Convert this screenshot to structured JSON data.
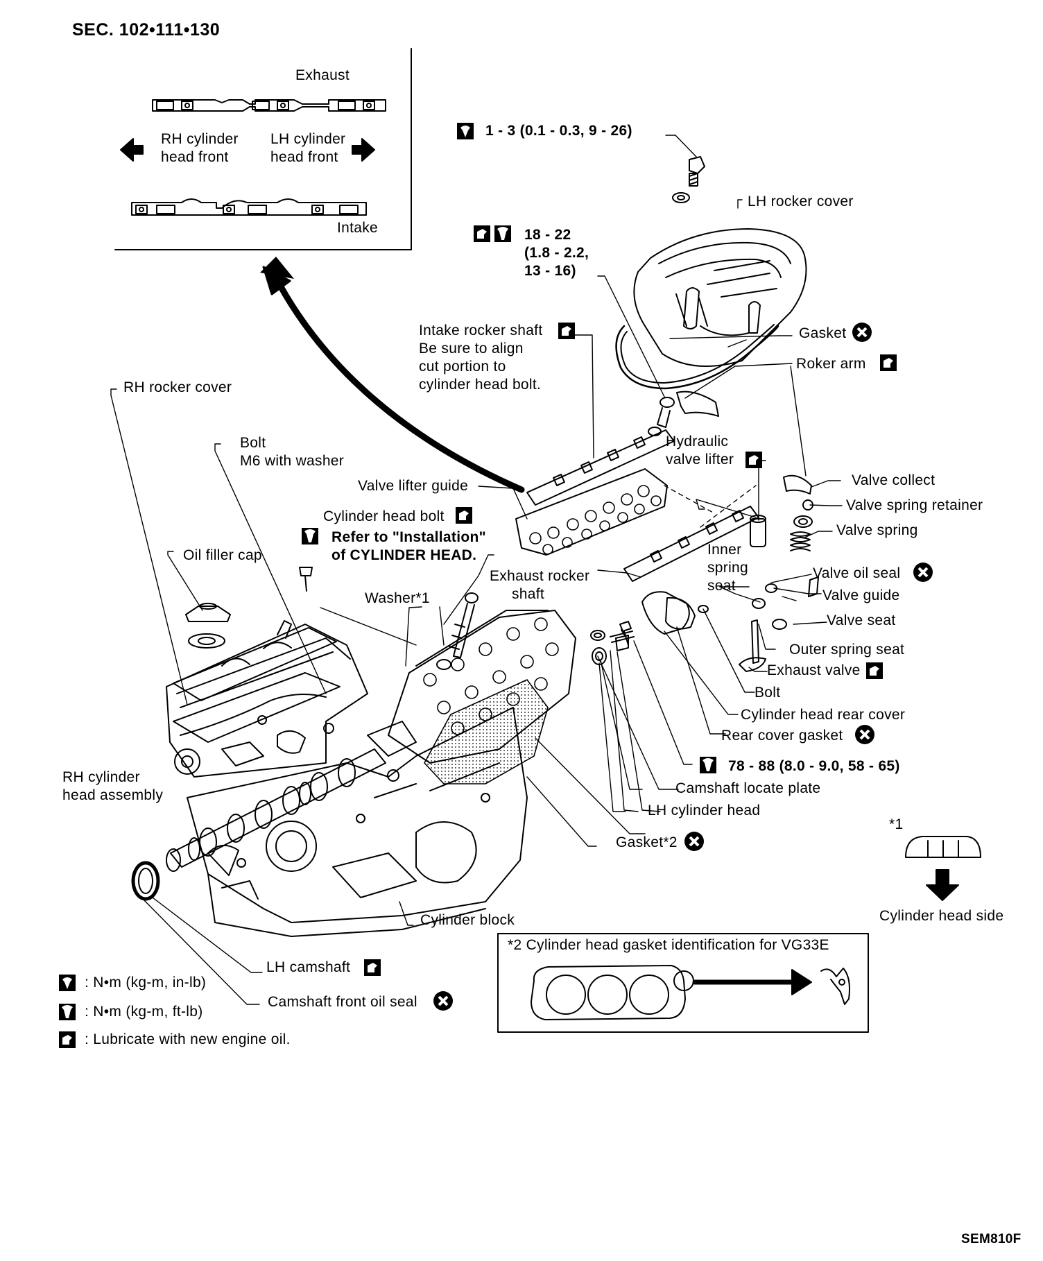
{
  "header": {
    "section": "SEC. 102•111•130"
  },
  "inset": {
    "exhaust": "Exhaust",
    "intake": "Intake",
    "rh_front_1": "RH cylinder",
    "rh_front_2": "head front",
    "lh_front_1": "LH cylinder",
    "lh_front_2": "head front"
  },
  "torque": {
    "cover_bolt": "1 - 3 (0.1 - 0.3, 9 - 26)",
    "shaft_1": "18 - 22",
    "shaft_2": "(1.8 - 2.2,",
    "shaft_3": "13 - 16)",
    "camshaft_plate": "78 - 88 (8.0 - 9.0, 58 - 65)"
  },
  "labels": {
    "lh_rocker_cover": "LH rocker cover",
    "gasket": "Gasket",
    "roker_arm": "Roker arm",
    "intake_shaft_1": "Intake rocker shaft",
    "intake_shaft_2": "Be sure to align",
    "intake_shaft_3": "cut portion to",
    "intake_shaft_4": "cylinder head bolt.",
    "rh_rocker_cover": "RH rocker cover",
    "bolt": "Bolt",
    "bolt_m6": "M6 with washer",
    "hydraulic_1": "Hydraulic",
    "hydraulic_2": "valve lifter",
    "valve_collect": "Valve collect",
    "valve_spring_retainer": "Valve spring retainer",
    "valve_spring": "Valve spring",
    "valve_lifter_guide": "Valve lifter guide",
    "cyl_head_bolt": "Cylinder head bolt",
    "refer_1": "Refer to \"Installation\"",
    "refer_2": "of CYLINDER HEAD.",
    "oil_filler_cap": "Oil filler cap",
    "inner_1": "Inner",
    "inner_2": "spring",
    "inner_3": "seat",
    "exhaust_shaft_1": "Exhaust rocker",
    "exhaust_shaft_2": "shaft",
    "valve_oil_seal": "Valve oil seal",
    "valve_guide": "Valve guide",
    "washer": "Washer*1",
    "valve_seat": "Valve seat",
    "outer_spring_seat": "Outer spring seat",
    "exhaust_valve": "Exhaust valve",
    "bolt2": "Bolt",
    "cyl_head_rear_cover": "Cylinder head rear cover",
    "rear_cover_gasket": "Rear cover gasket",
    "rh_head_1": "RH cylinder",
    "rh_head_2": "head assembly",
    "camshaft_locate_plate": "Camshaft locate plate",
    "lh_cylinder_head": "LH cylinder head",
    "gasket2": "Gasket*2",
    "star1": "*1",
    "cyl_head_side": "Cylinder head side",
    "cylinder_block": "Cylinder block",
    "lh_camshaft": "LH camshaft",
    "cam_front_oil_seal": "Camshaft front oil seal"
  },
  "gasket_box": {
    "title": "*2 Cylinder head gasket identification for VG33E"
  },
  "legend": {
    "nm_inlb": ": N•m (kg-m, in-lb)",
    "nm_ftlb": ": N•m (kg-m, ft-lb)",
    "lube": ": Lubricate with new engine oil."
  },
  "footer": {
    "code": "SEM810F"
  }
}
